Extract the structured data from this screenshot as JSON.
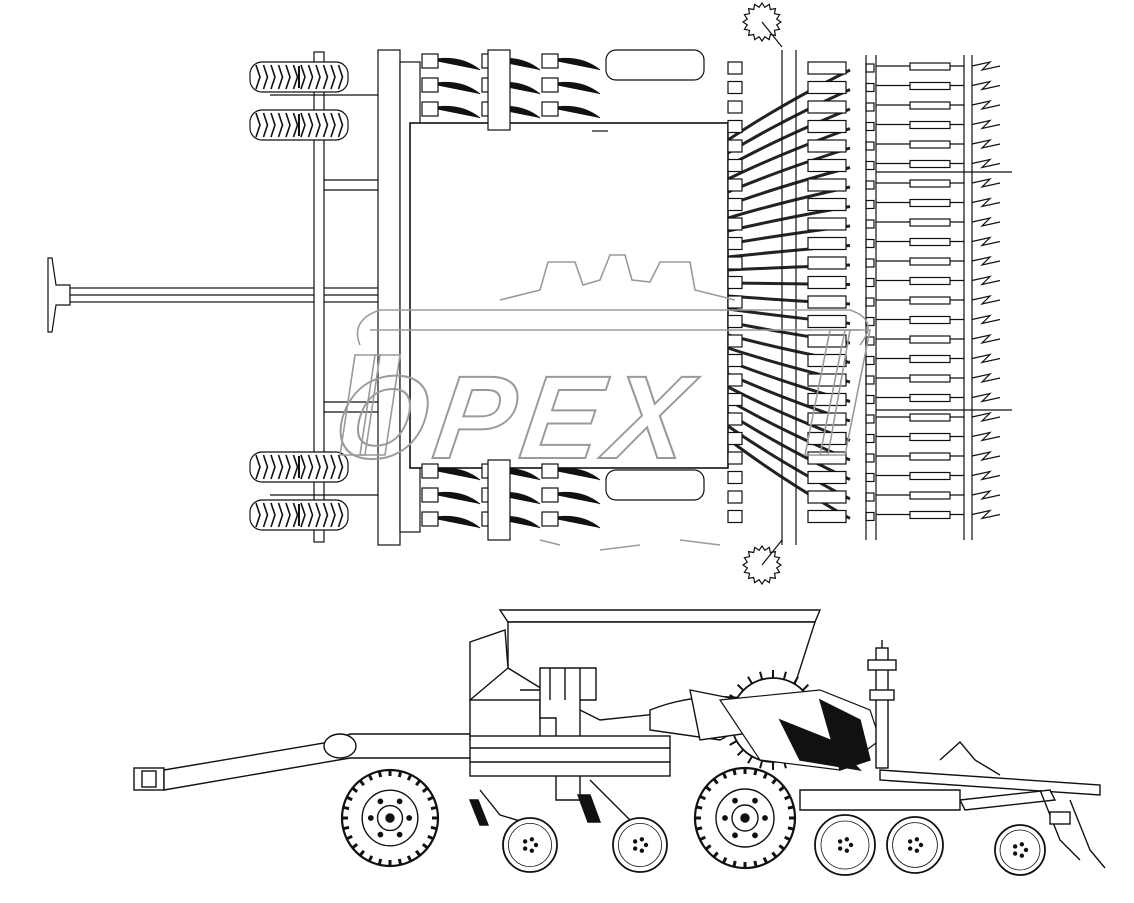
{
  "diagram": {
    "views": [
      "top-view",
      "side-view"
    ],
    "line_color": "#111111",
    "background": "#ffffff",
    "watermark": {
      "text": "OPEX",
      "color": "#9a9a9a",
      "icon": "gear-logo-icon"
    },
    "top_view": {
      "seed_row_count": 24,
      "tine_count": 24,
      "gauge_wheel_pairs": 2
    },
    "side_view": {
      "large_wheels": 2,
      "press_wheels": 5
    }
  }
}
